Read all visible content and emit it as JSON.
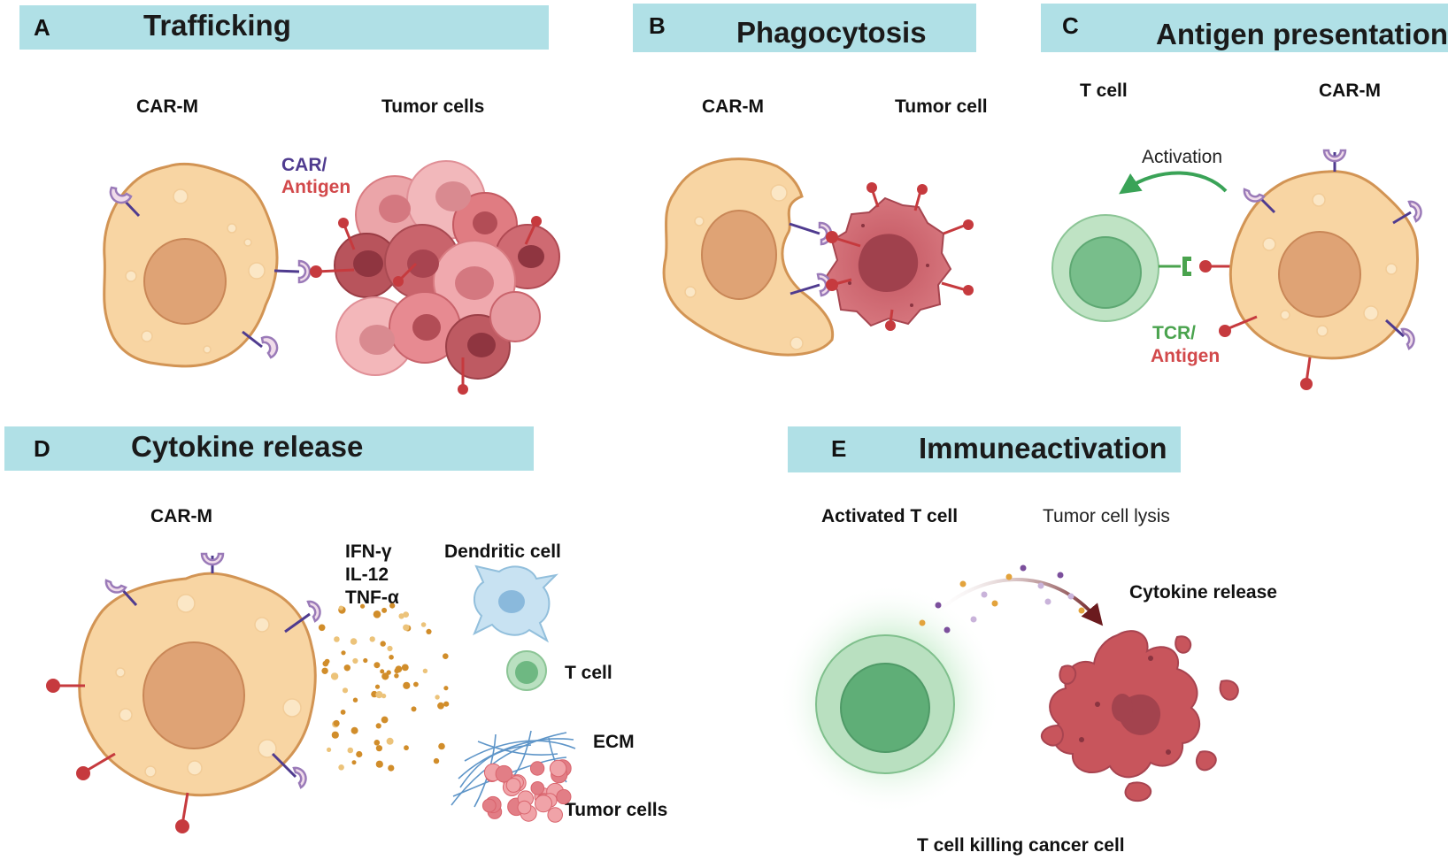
{
  "panels": {
    "a": {
      "letter": "A",
      "title": "Trafficking",
      "left_label": "CAR-M",
      "right_label": "Tumor cells",
      "car_label": "CAR/",
      "antigen_label": "Antigen"
    },
    "b": {
      "letter": "B",
      "title": "Phagocytosis",
      "left_label": "CAR-M",
      "right_label": "Tumor cell"
    },
    "c": {
      "letter": "C",
      "title": "Antigen presentation",
      "left_label": "T cell",
      "right_label": "CAR-M",
      "activation_label": "Activation",
      "tcr_label": "TCR/",
      "antigen_label": "Antigen"
    },
    "d": {
      "letter": "D",
      "title": "Cytokine release",
      "left_label": "CAR-M",
      "cytokines": [
        "IFN-γ",
        "IL-12",
        "TNF-α"
      ],
      "dendritic_label": "Dendritic cell",
      "tcell_label": "T cell",
      "ecm_label": "ECM",
      "tumor_label": "Tumor cells"
    },
    "e": {
      "letter": "E",
      "title": "Immuneactivation",
      "activated_label": "Activated T cell",
      "lysis_label": "Tumor cell lysis",
      "cytokine_release_label": "Cytokine release",
      "caption": "T cell killing cancer cell"
    }
  },
  "colors": {
    "banner": "#b0e0e6",
    "car": "#4f3b8f",
    "antigen": "#d2494b",
    "tcr": "#4aa34e",
    "macrophage": "#f8d5a3",
    "tumor": "#c8555c",
    "t_cell": "#8fcc9c"
  }
}
